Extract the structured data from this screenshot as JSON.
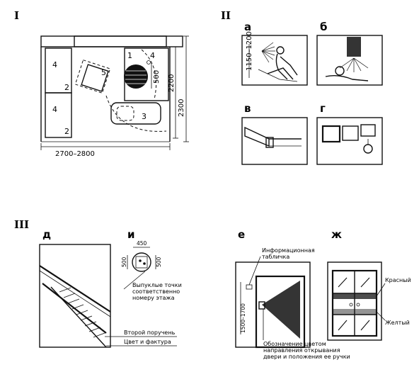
{
  "sections": {
    "I": "I",
    "II": "II",
    "III": "III"
  },
  "plan": {
    "furniture_labels": [
      "4",
      "2",
      "4",
      "2",
      "5",
      "1",
      "4",
      "3"
    ],
    "dims": {
      "width": "2700–2800",
      "h1": "2300",
      "h2": "2200",
      "inner": "500"
    }
  },
  "panels_II": {
    "a": "а",
    "b": "б",
    "v": "в",
    "g": "г",
    "a_dim": "1150–1200"
  },
  "panels_III": {
    "d": "д",
    "i": "и",
    "e": "е",
    "zh": "ж",
    "i_top_dim": "450",
    "i_left_dim": "500",
    "i_right_dim": "500",
    "i_note": [
      "Выпуклые точки",
      "соответственно",
      "номеру этажа"
    ],
    "d_note1": "Второй поручень",
    "d_note2": "Цвет и фактура",
    "e_label_info": [
      "Информационная",
      "табличка"
    ],
    "e_dim": "1500–1700",
    "e_note": [
      "Обозначение цветом",
      "направления открывания",
      "двери и положения ее ручки"
    ],
    "zh_red": "Красный",
    "zh_yellow": "Желтый"
  }
}
